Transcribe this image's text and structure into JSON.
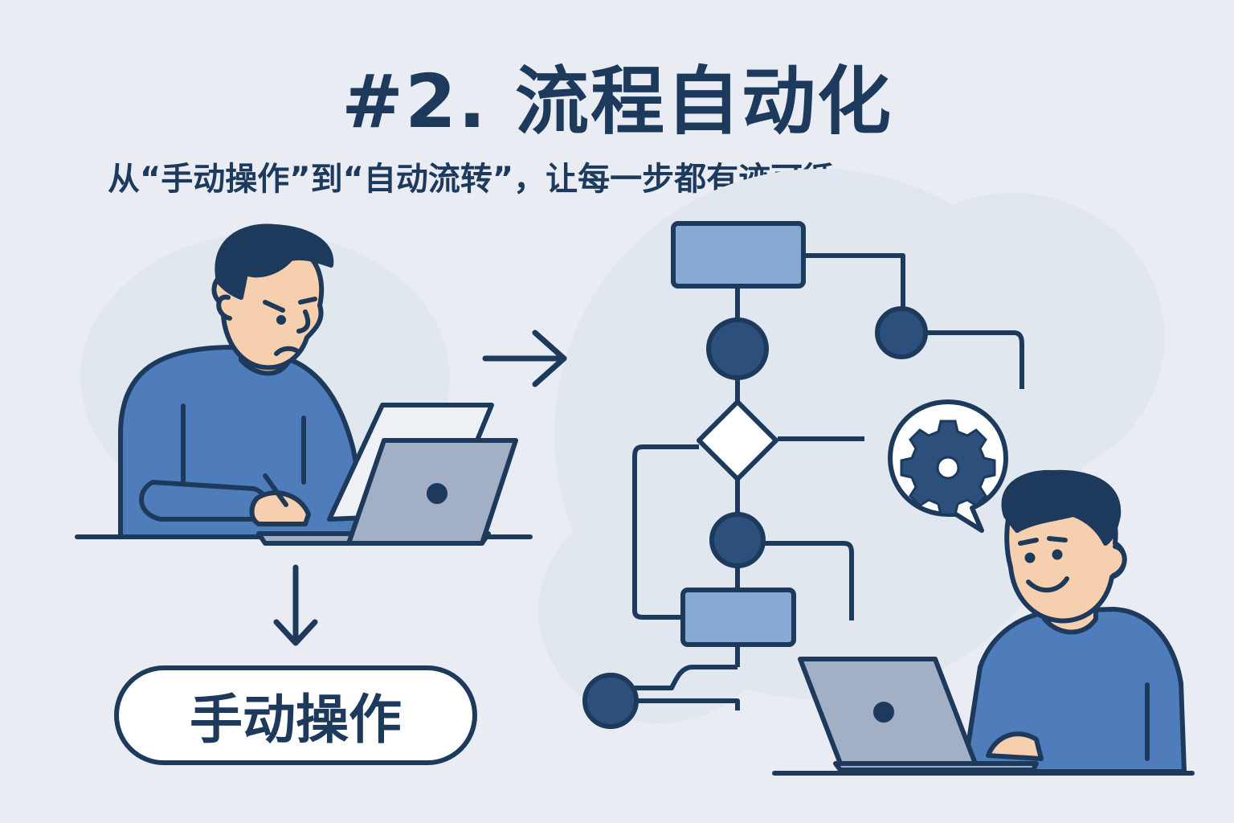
{
  "header": {
    "title": "#2. 流程自动化",
    "subtitle": "从“手动操作”到“自动流转”，让每一步都有迹可循"
  },
  "manual_section": {
    "label": "手动操作"
  },
  "colors": {
    "navy": "#1d3a5c",
    "shirt_blue": "#4f7cba",
    "box_blue": "#86a9d6",
    "laptop_gray": "#a3afc4",
    "skin": "#f6cfae",
    "background": "#e9edf3"
  },
  "icons": [
    "arrow-right-icon",
    "arrow-down-icon",
    "gear-icon",
    "speech-bubble-icon",
    "laptop-icon"
  ]
}
